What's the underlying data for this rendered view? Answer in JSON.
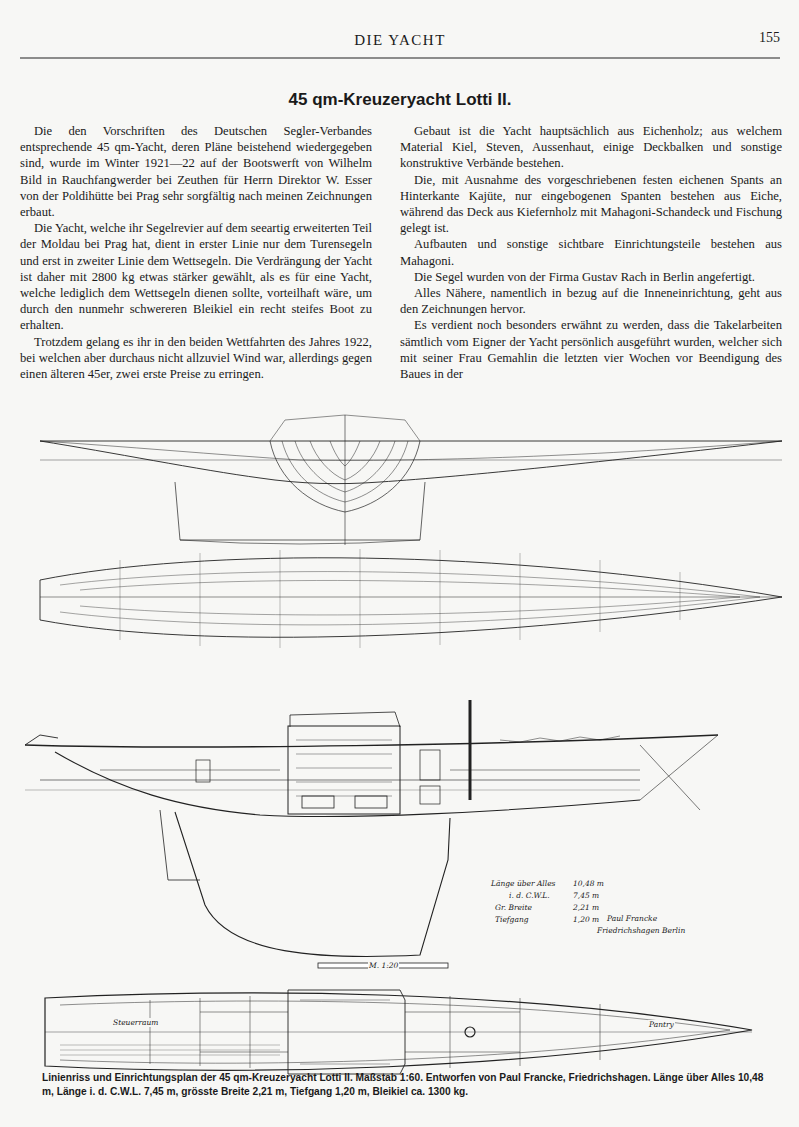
{
  "diagram": {
    "title": "45 qm-Kreuzeryacht Lotti II.",
    "caption": "Linienriss und Einrichtungsplan der 45 qm-Kreuzeryacht Lotti II. Maßstab 1:60. Entworfen von Paul Francke, Friedrichshagen. Länge über Alles 10,48 m, Länge i. d. C.W.L. 7,45 m, grösste Breite 2,21 m, Tiefgang 1,20 m, Bleikiel ca. 1300 kg.",
    "labels": [
      "DIE YACHT",
      "155",
      "Die den Vorschriften des Deutschen Segler-Verbandes entsprechende 45 qm-Yacht, deren Pläne beistehend wiedergegeben sind, wurde im Winter 1921—22 auf der Bootswerft von Wilhelm Bild in Rauchfangwerder bei Zeuthen für Herrn Direktor W. Esser von der Poldihütte bei Prag sehr sorgfältig nach meinen Zeichnungen erbaut.",
      "Die Yacht, welche ihr Segelrevier auf dem seeartig erweiterten Teil der Moldau bei Prag hat, dient in erster Linie nur dem Turensegeln und erst in zweiter Linie dem Wettsegeln. Die Verdrängung der Yacht ist daher mit 2800 kg etwas stärker gewählt, als es für eine Yacht, welche lediglich dem Wettsegeln dienen sollte, vorteilhaft wäre, um durch den nunmehr schwereren Bleikiel ein recht steifes Boot zu erhalten.",
      "Trotzdem gelang es ihr in den beiden Wettfahrten des Jahres 1922, bei welchen aber durchaus nicht allzuviel Wind war, allerdings gegen einen älteren 45er, zwei erste Preise zu erringen.",
      "Gebaut ist die Yacht hauptsächlich aus Eichenholz; aus welchem Material Kiel, Steven, Aussenhaut, einige Deckbalken und sonstige konstruktive Verbände bestehen.",
      "Die, mit Ausnahme des vorgeschriebenen festen eichenen Spants an Hinterkante Kajüte, nur eingebogenen Spanten bestehen aus Eiche, während das Deck aus Kiefernholz mit Mahagoni-Schandeck und Fischung gelegt ist.",
      "Aufbauten und sonstige sichtbare Einrichtungsteile bestehen aus Mahagoni.",
      "Die Segel wurden von der Firma Gustav Rach in Berlin angefertigt.",
      "Alles Nähere, namentlich in bezug auf die Inneneinrichtung, geht aus den Zeichnungen hervor.",
      "Es verdient noch besonders erwähnt zu werden, dass die Takelarbeiten sämtlich vom Eigner der Yacht persönlich ausgeführt wurden, welcher sich mit seiner Frau Gemahlin die letzten vier Wochen vor Beendigung des Baues in der",
      "Länge über Alles",
      "10,48 m",
      "i. d. C.W.L.",
      "7,45 m",
      "Gr. Breite",
      "2,21 m",
      "Tiefgang",
      "1,20 m",
      "M. 1:20",
      "Paul Francke",
      "Friedrichshagen Berlin",
      "Steuerraum",
      "Pantry"
    ]
  }
}
